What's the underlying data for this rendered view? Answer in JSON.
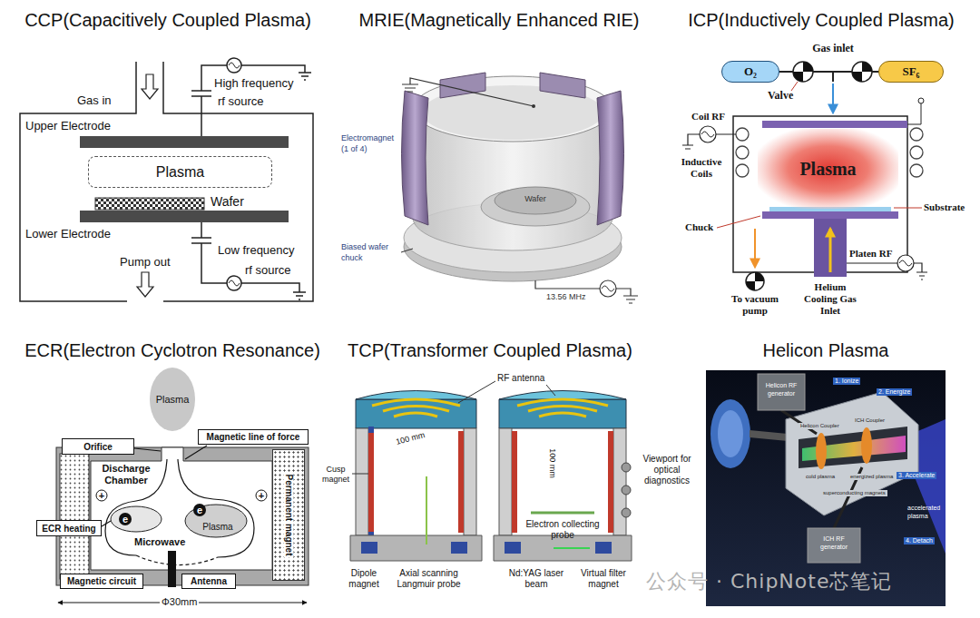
{
  "diagram": {
    "nodes": [
      {
        "text": [
          "CCP(Capacitively Coupled Plasma)"
        ]
      },
      {
        "text": [
          "Plasma"
        ],
        "in": 0
      },
      {
        "text": [
          "MRIE(Magnetically Enhanced RIE)"
        ]
      },
      {
        "text": [
          "ICP(Inductively Coupled Plasma)"
        ]
      },
      {
        "text": [
          "O₂"
        ],
        "in": 3
      },
      {
        "text": [
          "SF₆"
        ],
        "in": 3
      },
      {
        "text": [
          "Plasma"
        ],
        "in": 3
      },
      {
        "text": [
          "ECR(Electron Cyclotron Resonance)"
        ]
      },
      {
        "text": [
          "Plasma"
        ],
        "in": 7
      },
      {
        "text": [
          "Orifice"
        ],
        "in": 7
      },
      {
        "text": [
          "Magnetic line of force"
        ],
        "in": 7
      },
      {
        "text": [
          "ECR heating"
        ],
        "in": 7
      },
      {
        "text": [
          "Permanent magnet"
        ],
        "in": 7
      },
      {
        "text": [
          "Magnetic circuit"
        ],
        "in": 7
      },
      {
        "text": [
          "Antenna"
        ],
        "in": 7
      },
      {
        "text": [
          "TCP(Transformer Coupled Plasma)"
        ]
      },
      {
        "text": [
          "Helicon Plasma"
        ]
      }
    ],
    "labels": [
      "Gas in",
      "High frequency",
      "rf source",
      "Upper Electrode",
      "Wafer",
      "Lower Electrode",
      "Pump out",
      "Low frequency",
      "rf source",
      "Electromagnet (1 of 4)",
      "Wafer",
      "Biased wafer chuck",
      "13.56 MHz",
      "Gas inlet",
      "Valve",
      "Coil RF",
      "Inductive Coils",
      "Chuck",
      "Substrate",
      "Platen RF",
      "To vacuum pump",
      "Helium Cooling Gas Inlet",
      "Discharge Chamber",
      "+",
      "+",
      "e",
      "e",
      "Plasma",
      "Microwave",
      "Φ30mm",
      "RF antenna",
      "100 mm",
      "100 mm",
      "Cusp magnet",
      "Electron collecting probe",
      "Viewport for optical diagnostics",
      "Dipole magnet",
      "Axial scanning Langmuir probe",
      "Nd:YAG laser beam",
      "Virtual filter magnet",
      "Helicon RF generator",
      "1. Ionize",
      "2. Energize",
      "3. Accelerate",
      "4. Detach",
      "Helicon Coupler",
      "ICH Coupler",
      "cold plasma",
      "energized plasma",
      "accelerated plasma",
      "superconducting magnets",
      "ICH RF generator",
      "公众号 · ChipNote芯笔记"
    ]
  }
}
